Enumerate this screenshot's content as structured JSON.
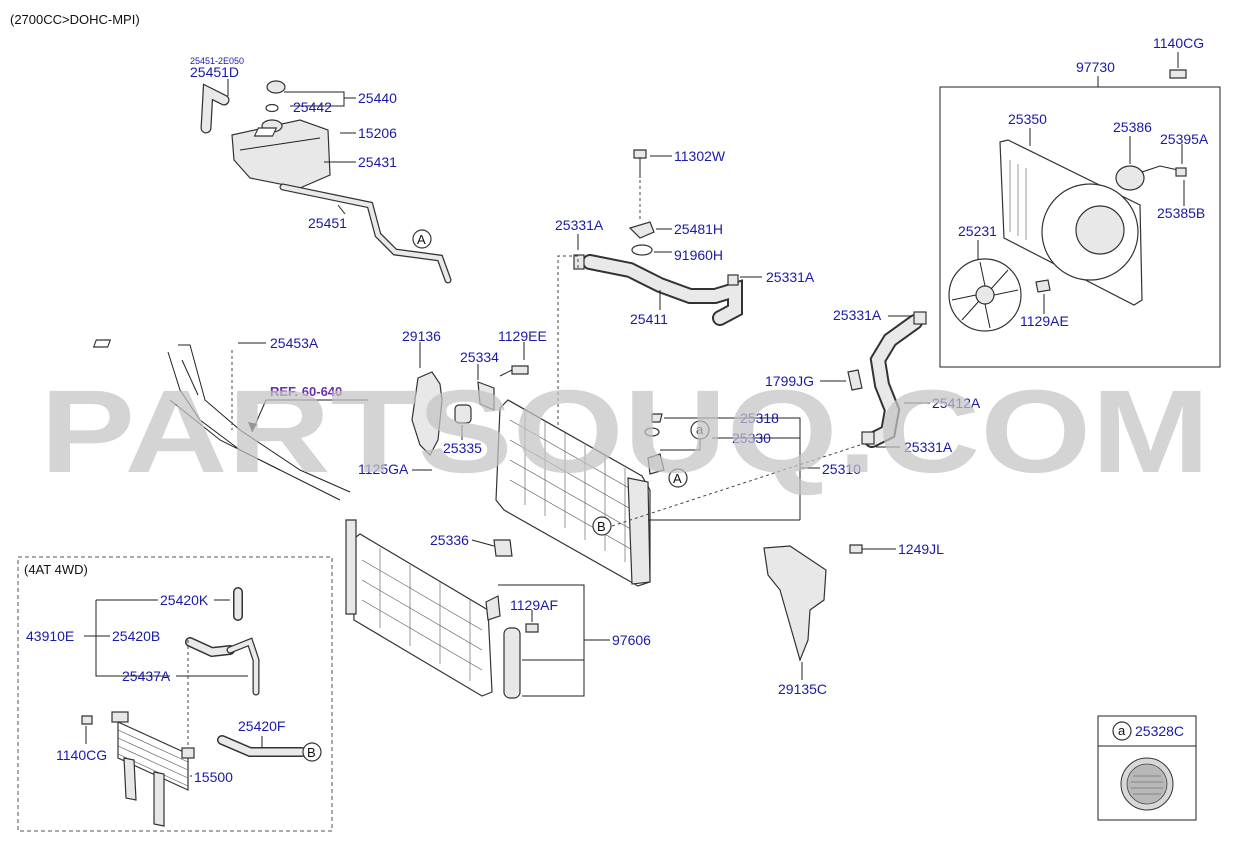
{
  "header": {
    "engine": "(2700CC>DOHC-MPI)"
  },
  "watermark": "PARTSOUQ.COM",
  "ref_link": "REF. 60-640",
  "groups": {
    "at4wd": "(4AT 4WD)"
  },
  "circle_markers": {
    "a": "a",
    "A": "A",
    "B": "B"
  },
  "inset_label": "25328C",
  "labels": {
    "p25451_2E050": "25451-2E050",
    "p25451D": "25451D",
    "p25442": "25442",
    "p25440": "25440",
    "p15206": "15206",
    "p25431": "25431",
    "p25451": "25451",
    "p25453A": "25453A",
    "p11302W": "11302W",
    "p25481H": "25481H",
    "p91960H": "91960H",
    "p25331A_1": "25331A",
    "p25331A_2": "25331A",
    "p25331A_3": "25331A",
    "p25331A_4": "25331A",
    "p25411": "25411",
    "p29136": "29136",
    "p1129EE": "1129EE",
    "p25334": "25334",
    "p25335": "25335",
    "p1125GA": "1125GA",
    "p25318": "25318",
    "p25330": "25330",
    "p25310": "25310",
    "p25336": "25336",
    "p1799JG": "1799JG",
    "p25412A": "25412A",
    "p1140CG_1": "1140CG",
    "p97730": "97730",
    "p25350": "25350",
    "p25386": "25386",
    "p25395A": "25395A",
    "p25385B": "25385B",
    "p25231": "25231",
    "p1129AE": "1129AE",
    "p1249JL": "1249JL",
    "p29135C": "29135C",
    "p1129AF": "1129AF",
    "p97606": "97606",
    "p25420K": "25420K",
    "p43910E": "43910E",
    "p25420B": "25420B",
    "p25437A": "25437A",
    "p25420F": "25420F",
    "p1140CG_2": "1140CG",
    "p15500": "15500"
  }
}
